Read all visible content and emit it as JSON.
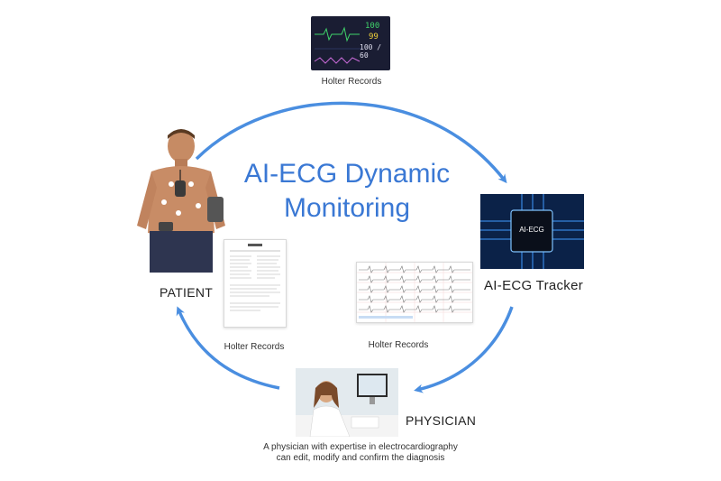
{
  "title": {
    "line1": "AI-ECG Dynamic",
    "line2": "Monitoring"
  },
  "nodes": {
    "monitor": {
      "caption": "Holter Records",
      "readouts": [
        "100",
        "99",
        "100 / 60"
      ]
    },
    "tracker": {
      "label": "AI-ECG Tracker",
      "chip_text": "AI-ECG"
    },
    "physician": {
      "label": "PHYSICIAN",
      "description_line1": "A physician with expertise in electrocardiography",
      "description_line2": "can edit, modify and confirm the diagnosis"
    },
    "patient": {
      "label": "PATIENT"
    },
    "report_left": {
      "caption": "Holter Records"
    },
    "report_right": {
      "caption": "Holter Records"
    }
  },
  "colors": {
    "accent": "#3a78d4",
    "arrow": "#4a8ee0",
    "monitor_bg": "#1a1d33",
    "chip_bg": "#0b2248"
  },
  "icons": [
    "patient-photo",
    "monitor-image",
    "chip-image",
    "physician-photo",
    "report-document",
    "ecg-printout"
  ]
}
